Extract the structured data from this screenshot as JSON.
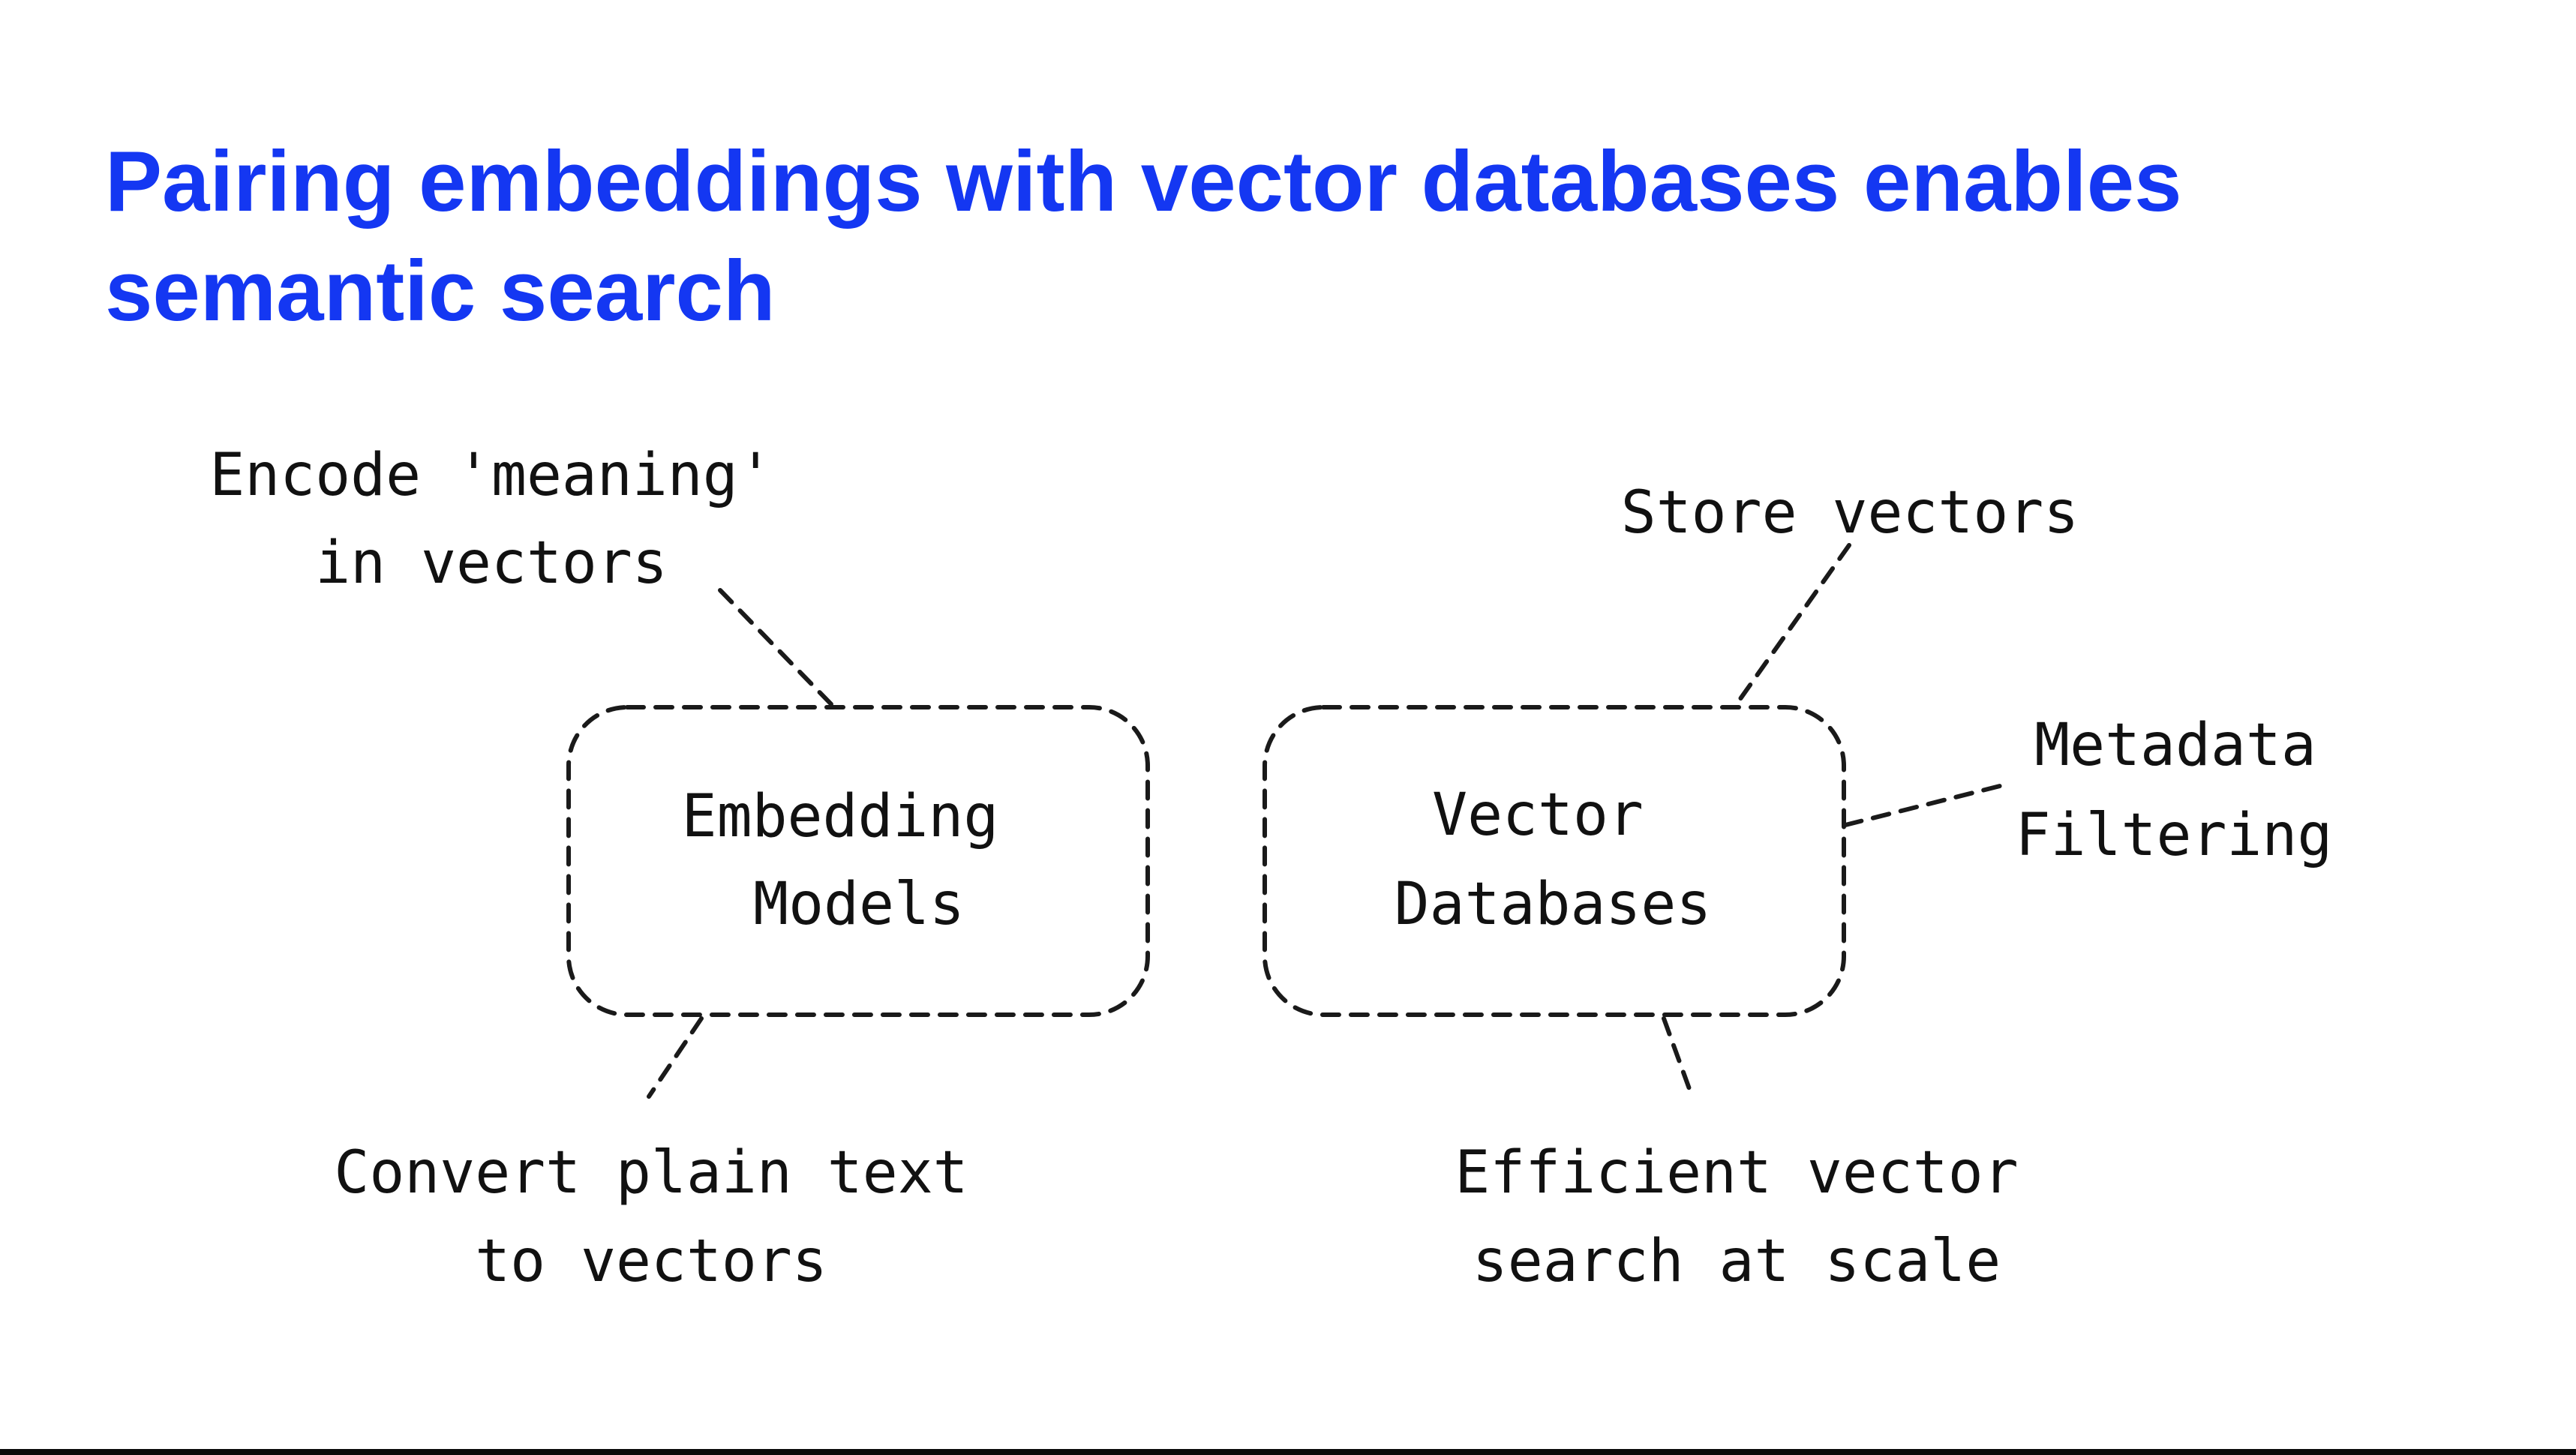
{
  "slide": {
    "title": "Pairing embeddings with vector databases enables semantic search"
  },
  "diagram": {
    "embedding_box": {
      "line1": "Embedding",
      "line2": "Models"
    },
    "vector_box": {
      "line1": "Vector",
      "line2": "Databases"
    },
    "notes": {
      "encode": {
        "line1": "Encode 'meaning'",
        "line2": "in vectors"
      },
      "convert": {
        "line1": "Convert plain text",
        "line2": "to vectors"
      },
      "store": {
        "line1": "Store vectors"
      },
      "metadata": {
        "line1": "Metadata",
        "line2": "Filtering"
      },
      "efficient": {
        "line1": "Efficient vector",
        "line2": "search at scale"
      }
    }
  },
  "colors": {
    "title": "#1437f2",
    "ink": "#111111",
    "background": "#ffffff"
  }
}
